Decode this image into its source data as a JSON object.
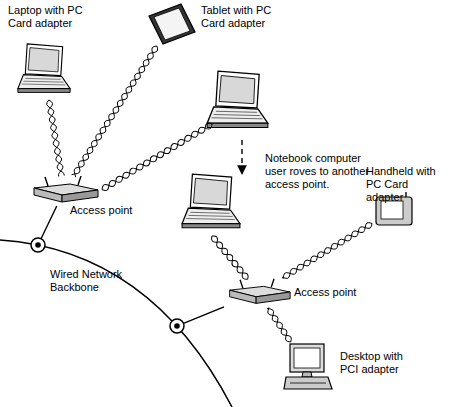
{
  "diagram": {
    "nodes": [
      {
        "text": [
          "Tablet with PC Card adapter"
        ]
      },
      {
        "text": [
          "Laptop with PC Card adapter"
        ]
      },
      {
        "text": [
          "Access point"
        ]
      },
      {
        "text": [
          "Handheld with PC Card adapter"
        ]
      },
      {
        "text": [
          "Access point"
        ]
      },
      {
        "text": [
          "Wired Network Backbone"
        ]
      },
      {
        "text": [
          "Desktop with PCI adapter"
        ]
      }
    ],
    "edges": [
      {
        "from": 1,
        "to": 2,
        "arrow": "none"
      },
      {
        "from": 0,
        "to": 2,
        "arrow": "none"
      },
      {
        "from": 2,
        "to": 5,
        "arrow": "none"
      },
      {
        "from": 3,
        "to": 4,
        "arrow": "none"
      },
      {
        "from": 6,
        "to": 4,
        "arrow": "none"
      },
      {
        "from": 4,
        "to": 5,
        "arrow": "none"
      }
    ],
    "labels": [
      "Notebook computer user roves to another access point."
    ]
  }
}
